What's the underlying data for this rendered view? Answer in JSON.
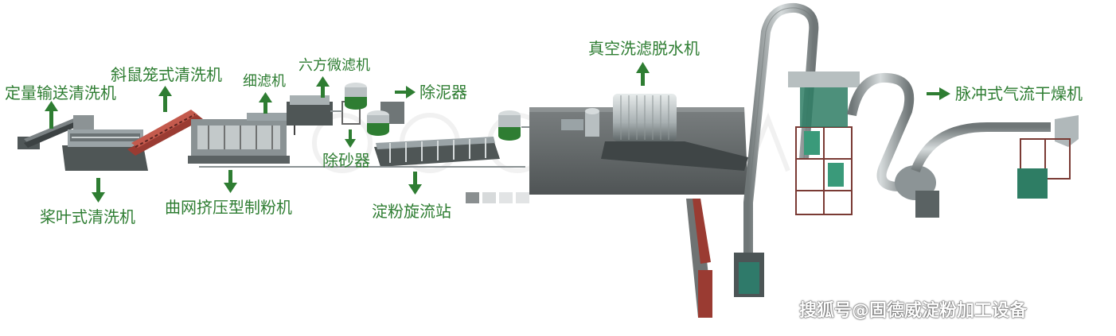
{
  "colors": {
    "label": "#2e7d32",
    "arrow": "#2e7d32",
    "steel": "#9aa3a6",
    "dark_steel": "#4f5656",
    "rust": "#9a3b32",
    "platform": "#6f7373"
  },
  "labels": {
    "dosing_conveyor": "定量输送清洗机",
    "squirrel_cage_washer": "斜鼠笼式清洗机",
    "fine_filter": "细滤机",
    "hexagonal_microfilter": "六方微滤机",
    "desilter": "除泥器",
    "paddle_washer": "桨叶式清洗机",
    "curved_mesh_pulper": "曲网挤压型制粉机",
    "desander": "除砂器",
    "starch_hydrocyclone_station": "淀粉旋流站",
    "vacuum_filter_dewaterer": "真空洗滤脱水机",
    "pulse_air_dryer": "脉冲式气流干燥机"
  },
  "watermark": "搜狐号@固德威淀粉加工设备",
  "icons": {
    "arrow_up": "arrow-up-icon",
    "arrow_down": "arrow-down-icon",
    "arrow_right": "arrow-right-icon"
  }
}
